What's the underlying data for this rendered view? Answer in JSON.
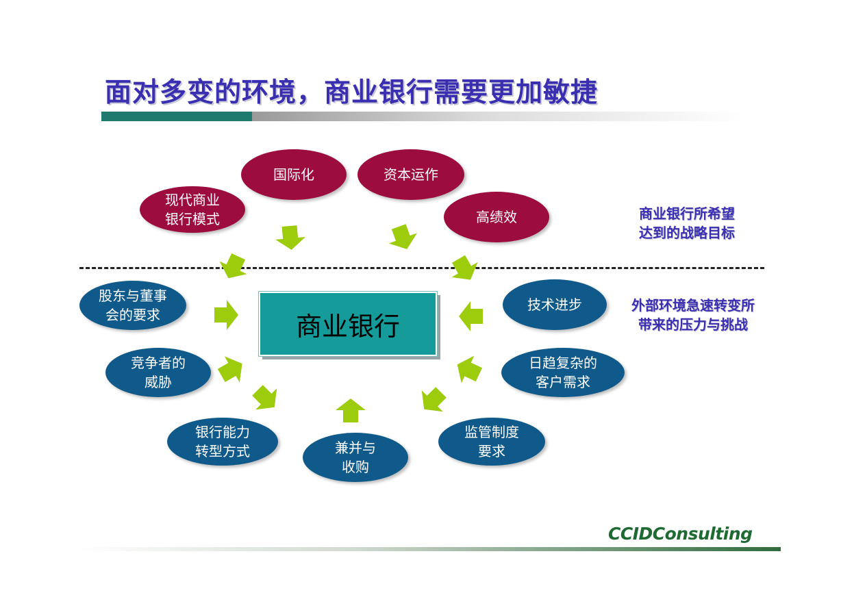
{
  "title": "面对多变的环境，商业银行需要更加敏捷",
  "center": "商业银行",
  "goals": [
    {
      "id": "modern",
      "label": "现代商业\n银行模式"
    },
    {
      "id": "intl",
      "label": "国际化"
    },
    {
      "id": "capital",
      "label": "资本运作"
    },
    {
      "id": "perf",
      "label": "高绩效"
    }
  ],
  "pressures": [
    {
      "id": "shareholders",
      "label": "股东与董事\n会的要求"
    },
    {
      "id": "competitors",
      "label": "竞争者的\n威胁"
    },
    {
      "id": "capability",
      "label": "银行能力\n转型方式"
    },
    {
      "id": "mna",
      "label": "兼并与\n收购"
    },
    {
      "id": "regulation",
      "label": "监管制度\n要求"
    },
    {
      "id": "customers",
      "label": "日趋复杂的\n客户需求"
    },
    {
      "id": "tech",
      "label": "技术进步"
    }
  ],
  "side_labels": {
    "goals": "商业银行所希望\n达到的战略目标",
    "pressures": "外部环境急速转变所\n带来的压力与挑战"
  },
  "brand": "CCIDConsulting",
  "colors": {
    "title": "#3a2fb0",
    "goal_ellipse": "#9c0c3e",
    "pressure_ellipse": "#0f5a8a",
    "center_box": "#169b9b",
    "arrow": "#9ccc0c",
    "brand": "#1e6a32"
  }
}
